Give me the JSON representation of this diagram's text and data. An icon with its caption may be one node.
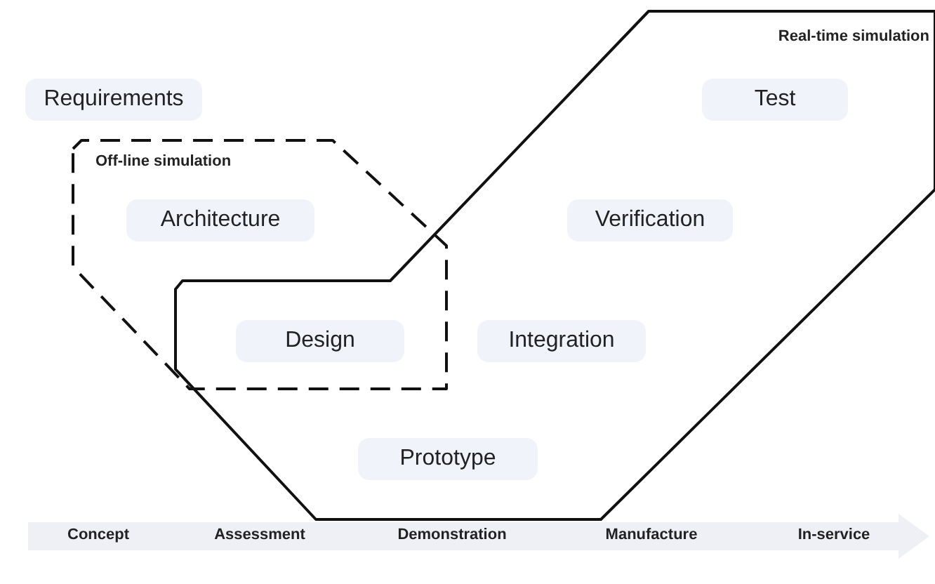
{
  "diagram": {
    "nodes": [
      {
        "text": [
          "Real-time simulation"
        ]
      },
      {
        "text": [
          "Requirements"
        ]
      },
      {
        "text": [
          "Test"
        ],
        "in": 0
      },
      {
        "text": [
          "Off-line simulation"
        ]
      },
      {
        "text": [
          "Architecture"
        ],
        "in": 3
      },
      {
        "text": [
          "Verification"
        ],
        "in": 0
      },
      {
        "text": [
          "Design"
        ]
      },
      {
        "text": [
          "Integration"
        ],
        "in": 0
      },
      {
        "text": [
          "Prototype"
        ],
        "in": 0
      }
    ],
    "edges": [],
    "labels": [
      "Concept",
      "Assessment",
      "Demonstration",
      "Manufacture",
      "In-service"
    ]
  }
}
